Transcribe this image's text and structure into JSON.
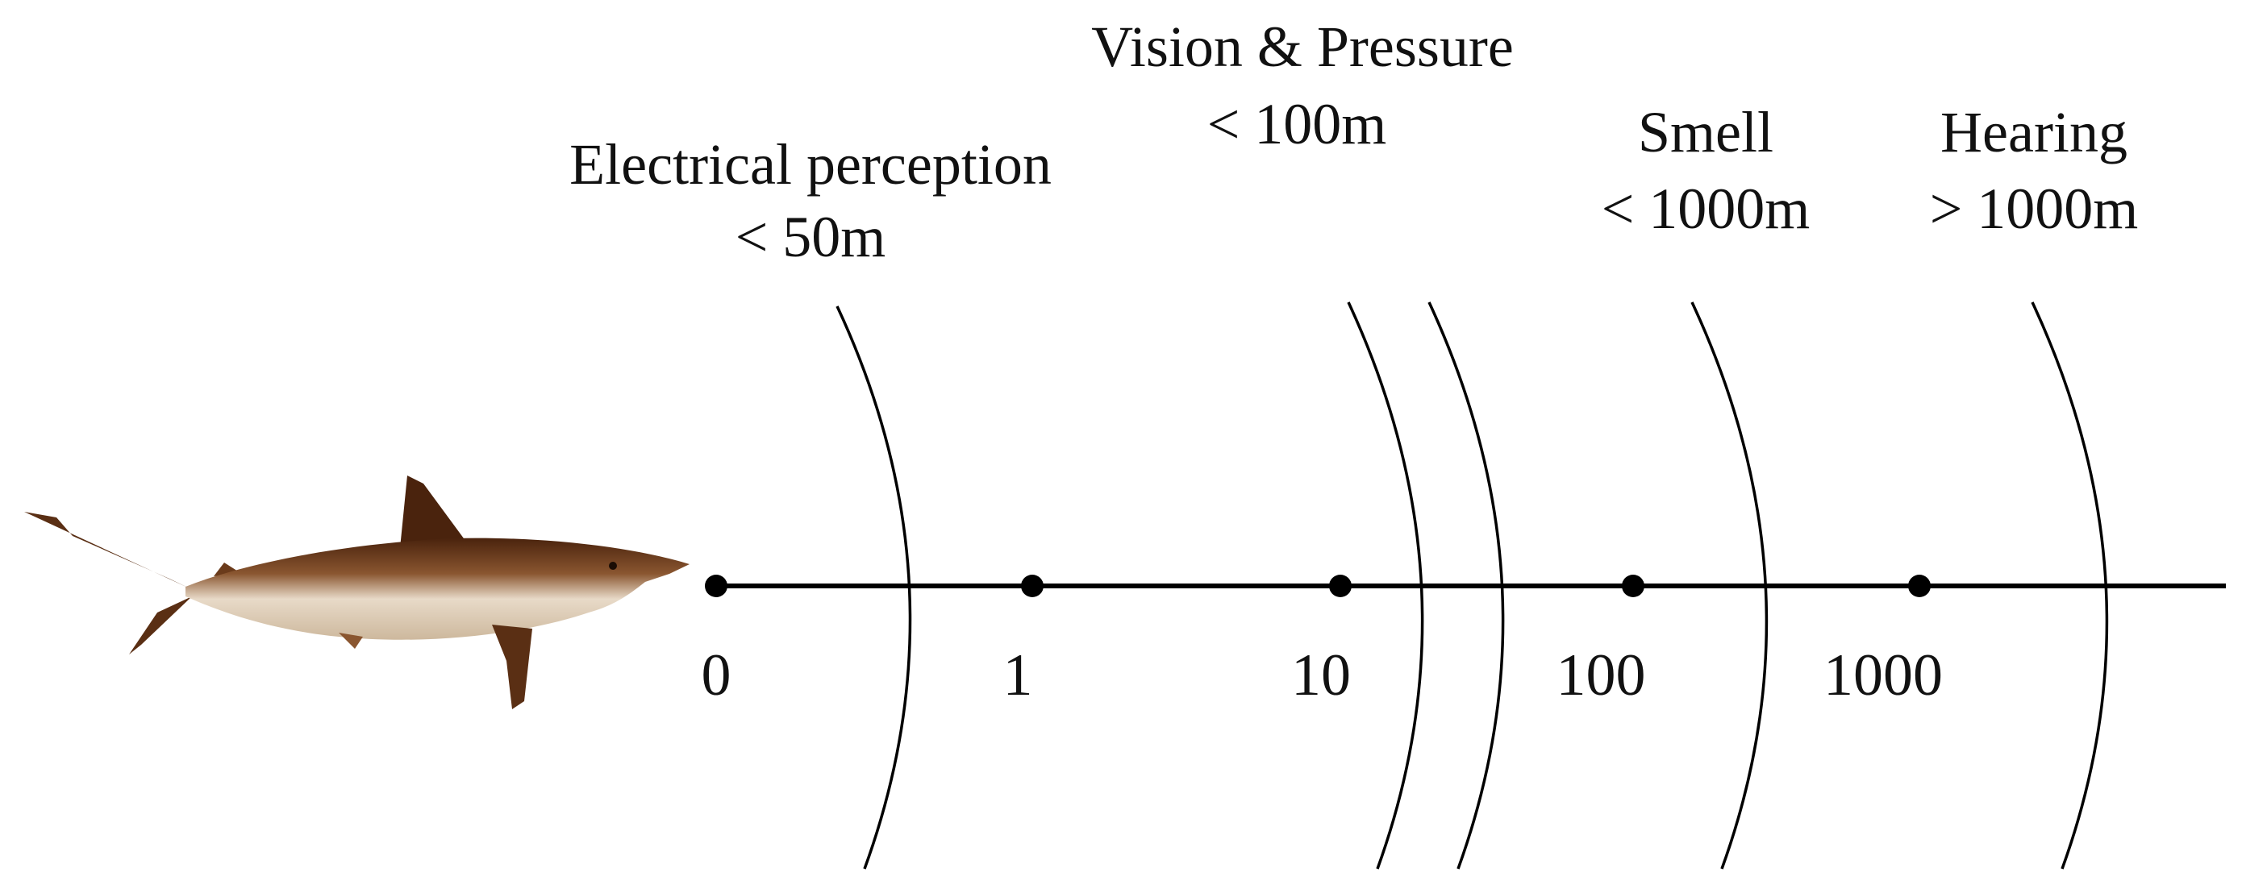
{
  "diagram": {
    "animal_icon": "shark-icon",
    "line_color": "#000000",
    "text_color": "#111111",
    "shark_colors": {
      "dark": "#5a2f14",
      "mid": "#9a6a45",
      "light": "#e9dccb"
    },
    "axis": {
      "ticks": [
        "0",
        "1",
        "10",
        "100",
        "1000"
      ]
    },
    "senses": [
      {
        "name": "Electrical perception",
        "range": "< 50m"
      },
      {
        "name": "Vision & Pressure",
        "range": "< 100m"
      },
      {
        "name": "Smell",
        "range": "< 1000m"
      },
      {
        "name": "Hearing",
        "range": "> 1000m"
      }
    ]
  }
}
